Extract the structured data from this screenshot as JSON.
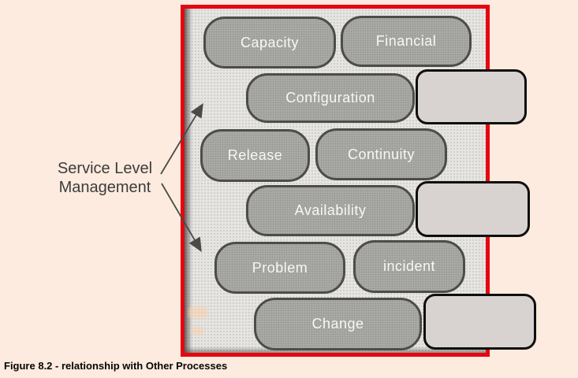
{
  "figure": {
    "caption": "Figure 8.2 - relationship with Other Processes",
    "label": {
      "line1": "Service Level",
      "line2": "Management"
    },
    "nodes": [
      {
        "id": "capacity",
        "label": "Capacity"
      },
      {
        "id": "financial",
        "label": "Financial"
      },
      {
        "id": "configuration",
        "label": "Configuration"
      },
      {
        "id": "release",
        "label": "Release"
      },
      {
        "id": "continuity",
        "label": "Continuity"
      },
      {
        "id": "availability",
        "label": "Availability"
      },
      {
        "id": "problem",
        "label": "Problem"
      },
      {
        "id": "incident",
        "label": "incident"
      },
      {
        "id": "change",
        "label": "Change"
      }
    ],
    "empty_slots": 3,
    "colors": {
      "page_background": "#fcebde",
      "panel_border_red": "#e60510",
      "panel_background": "#e6e5e2",
      "node_fill": "#aeaeac",
      "node_border": "#4c4c4a",
      "node_text": "#f7f7f4",
      "slot_fill": "#d8d3d1",
      "slot_border": "#0e0e0e",
      "label_text": "#3c3c3c",
      "arrow": "#4a4a46"
    }
  }
}
